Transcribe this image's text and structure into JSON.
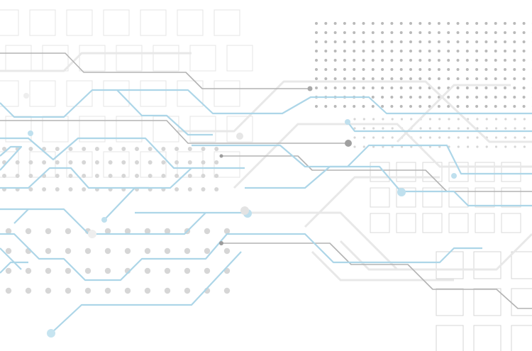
{
  "colors": {
    "background": "#ffffff",
    "blue_trace": "#a8d4e6",
    "blue_node": "#bfe0ee",
    "gray_trace": "#a9a9a9",
    "gray_node": "#9c9c9c",
    "light_trace": "#e6e6e6",
    "square_outline": "#dcdcdc",
    "dot_gray": "#d6d6d6",
    "dot_dark": "#b9b9b9"
  },
  "elements": {
    "dot_grids": [
      "top-right-dot-grid",
      "left-mid-dot-grid",
      "lower-left-dot-grid",
      "right-dot-grid"
    ],
    "square_grids": [
      "top-left-square-grid",
      "right-square-grid",
      "bottom-right-square-grid"
    ],
    "traces": [
      "blue-circuit-traces",
      "gray-circuit-traces",
      "light-circuit-traces"
    ],
    "nodes": [
      "circuit-node"
    ]
  }
}
